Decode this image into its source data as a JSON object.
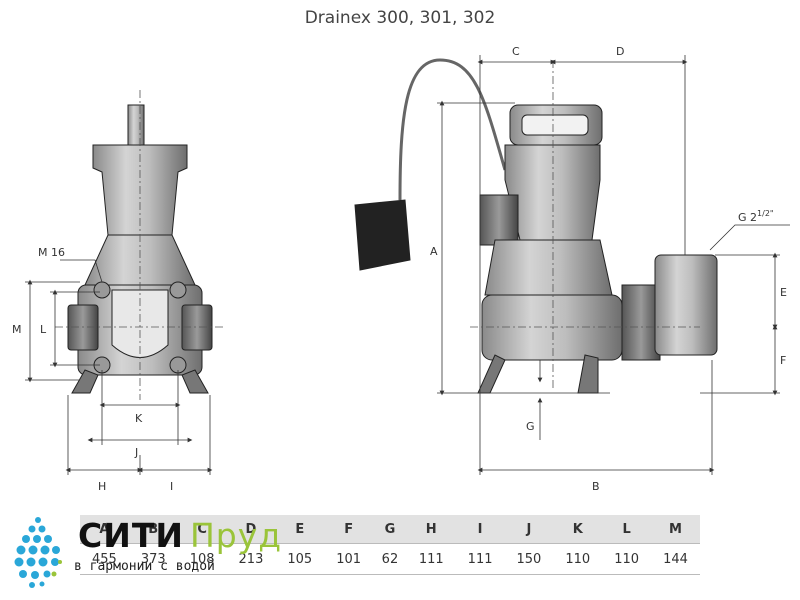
{
  "title": "Drainex 300, 301, 302",
  "dimension_labels": {
    "A": "A",
    "B": "B",
    "C": "C",
    "D": "D",
    "E": "E",
    "F": "F",
    "G": "G",
    "H": "H",
    "I": "I",
    "J": "J",
    "K": "K",
    "L": "L",
    "M": "M",
    "thread": "M 16",
    "outlet": "G 2",
    "outlet_sup": "1/2\""
  },
  "table": {
    "headers": [
      "A",
      "B",
      "C",
      "D",
      "E",
      "F",
      "G",
      "H",
      "I",
      "J",
      "K",
      "L",
      "M"
    ],
    "rows": [
      [
        "455",
        "373",
        "108",
        "213",
        "105",
        "101",
        "62",
        "111",
        "111",
        "150",
        "110",
        "110",
        "144"
      ]
    ]
  },
  "logo": {
    "name_part1": "СИТИ",
    "name_part2": "Пруд",
    "tagline": "в гармонии с водой",
    "colors": {
      "dots": "#2aa7d8",
      "accent": "#9ac43a"
    }
  }
}
